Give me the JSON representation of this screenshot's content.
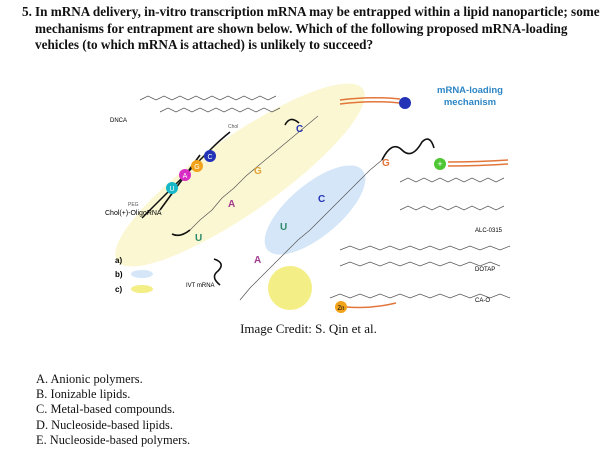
{
  "question": {
    "number": "5.",
    "text": "In mRNA delivery, in-vitro transcription mRNA may be entrapped within a lipid nanoparticle; some mechanisms for entrapment are shown below. Which of the following proposed mRNA-loading vehicles (to which mRNA is attached) is unlikely to succeed?"
  },
  "figure": {
    "title_line1": "mRNA-loading",
    "title_line2": "mechanism",
    "labels": {
      "dnca": "DNCA",
      "chol_oligo": "Chol(+)-OligoRNA",
      "alc": "ALC-0315",
      "dotap": "DOTAP",
      "cao": "CA-O",
      "ivt": "IVT mRNA",
      "peg": "PEG",
      "chol": "Chol",
      "zn": "Zn"
    },
    "beads": [
      "U",
      "A",
      "G",
      "C"
    ],
    "bases": [
      "C",
      "G",
      "G",
      "C",
      "A",
      "U",
      "U",
      "A"
    ],
    "legend": [
      {
        "label": "a)",
        "color": "#fbf7d2"
      },
      {
        "label": "b)",
        "color": "#d4e6f7"
      },
      {
        "label": "c)",
        "color": "#f4ee86"
      }
    ],
    "colors": {
      "title": "#2d86c6",
      "chain": "#e2763a",
      "plus": "#4fc634",
      "c_bead": "#2233b8"
    }
  },
  "credit": "Image Credit: S. Qin et al.",
  "answers": [
    "A. Anionic polymers.",
    "B. Ionizable lipids.",
    "C. Metal-based compounds.",
    "D. Nucleoside-based lipids.",
    "E. Nucleoside-based polymers."
  ]
}
